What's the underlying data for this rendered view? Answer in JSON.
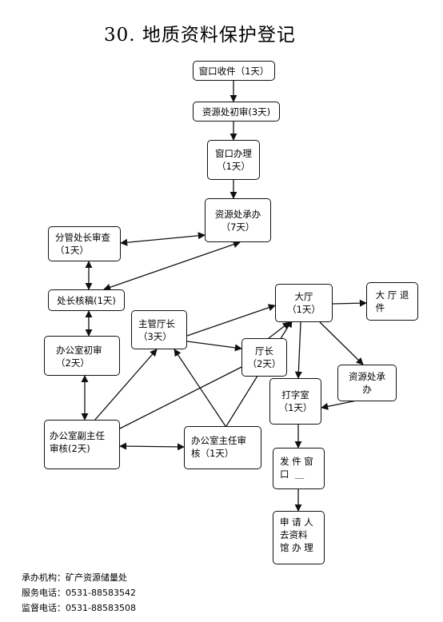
{
  "title": "30. 地质资料保护登记",
  "nodes": {
    "n1": "窗口收件（1天）",
    "n2": "资源处初审(3天)",
    "n3": "窗口办理\n（1天）",
    "n4": "资源处承办\n（7天）",
    "n5": "分管处长审查\n（1天）",
    "n6": "处长核稿(1天)",
    "n7": "办公室初审\n（2天）",
    "n8": "办公室副主任\n审核(2天)",
    "n9": "办公室主任审\n核（1天）",
    "n10": "主管厅长\n（3天）",
    "n11": "厅长\n（2天）",
    "n12": "大厅\n（1天）",
    "n13": "大 厅 退\n件",
    "n14": "资源处承\n办",
    "n15": "打字室\n（1天）",
    "n16": "发 件 窗\n口  ＿",
    "n17": "申 请 人\n去资料\n馆 办 理\n＿"
  },
  "footer": {
    "org": "承办机构：矿产资源储量处",
    "service": "服务电话：0531-88583542",
    "supervise": "监督电话：0531-88583508"
  }
}
